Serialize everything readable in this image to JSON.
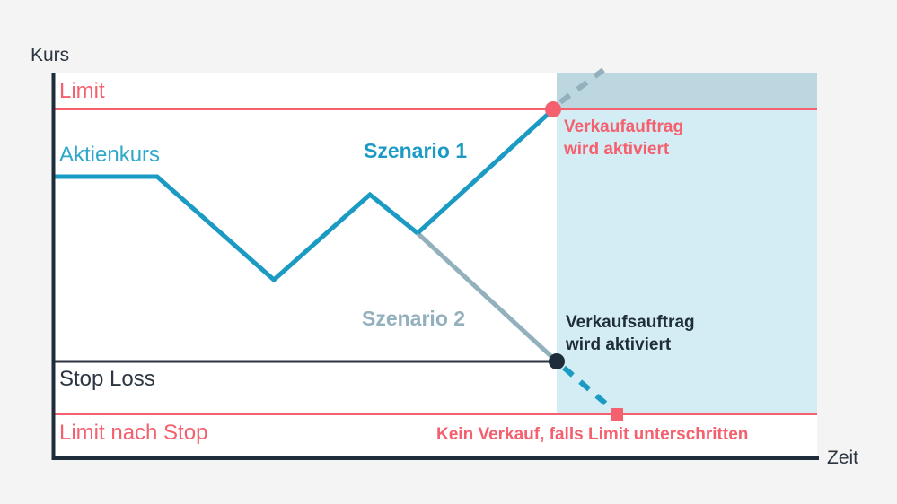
{
  "figure": {
    "background_color": "#f4f4f4",
    "plot_background_color": "#ffffff",
    "axes": {
      "y_axis_label": "Kurs",
      "x_axis_label": "Zeit",
      "axis_color": "#1f2d3a"
    }
  },
  "colors": {
    "limit_red": "#f4606e",
    "stock_blue": "#1b9bc4",
    "scenario2_gray": "#93b0bd",
    "stoploss_dark": "#2c3640",
    "shade_upper": "#bdd7e0",
    "shade_lower": "#d4ecf3",
    "dot_dark": "#1f2d3a",
    "annotation_dark": "#1f2d3a"
  },
  "labels": {
    "limit": "Limit",
    "aktienkurs": "Aktienkurs",
    "stop_loss": "Stop Loss",
    "limit_nach_stop": "Limit nach Stop",
    "szenario_1": "Szenario 1",
    "szenario_2": "Szenario 2"
  },
  "annotations": {
    "sell_order_red_line1": "Verkaufauftrag",
    "sell_order_red_line2": "wird aktiviert",
    "sell_order_dark_line1": "Verkaufsauftrag",
    "sell_order_dark_line2": "wird aktiviert",
    "no_sale": "Kein Verkauf, falls Limit unterschritten"
  },
  "chart_data": {
    "type": "line",
    "title": "",
    "xlabel": "Zeit",
    "ylabel": "Kurs",
    "grid": false,
    "legend": "inline-labels",
    "xlim": [
      0,
      100
    ],
    "ylim": [
      0,
      100
    ],
    "reference_lines": [
      {
        "name": "Limit",
        "y": 90,
        "color": "#f4606e",
        "style": "solid"
      },
      {
        "name": "Stop Loss",
        "y": 25,
        "color": "#2c3640",
        "style": "solid"
      },
      {
        "name": "Limit nach Stop",
        "y": 11,
        "color": "#f4606e",
        "style": "solid"
      }
    ],
    "series": [
      {
        "name": "Aktienkurs",
        "color": "#1b9bc4",
        "style": "solid",
        "points": [
          {
            "x": 0,
            "y": 72
          },
          {
            "x": 14,
            "y": 72
          },
          {
            "x": 29,
            "y": 46
          },
          {
            "x": 42,
            "y": 68
          },
          {
            "x": 48,
            "y": 60
          }
        ]
      },
      {
        "name": "Szenario 1",
        "color": "#1b9bc4",
        "style": "solid",
        "points": [
          {
            "x": 48,
            "y": 60
          },
          {
            "x": 66,
            "y": 90
          }
        ]
      },
      {
        "name": "Szenario 1 Fortsetzung",
        "color": "#93b0bd",
        "style": "dashed",
        "points": [
          {
            "x": 66,
            "y": 90
          },
          {
            "x": 73,
            "y": 100
          }
        ]
      },
      {
        "name": "Szenario 2",
        "color": "#93b0bd",
        "style": "solid",
        "points": [
          {
            "x": 48,
            "y": 60
          },
          {
            "x": 67,
            "y": 25
          }
        ]
      },
      {
        "name": "Szenario 2 Fortsetzung",
        "color": "#1b9bc4",
        "style": "dashed",
        "points": [
          {
            "x": 67,
            "y": 25
          },
          {
            "x": 75,
            "y": 11
          }
        ]
      }
    ],
    "markers": [
      {
        "name": "limit-trigger",
        "x": 66,
        "y": 90,
        "shape": "circle",
        "color": "#f4606e"
      },
      {
        "name": "stop-loss-trigger",
        "x": 67,
        "y": 25,
        "shape": "circle",
        "color": "#1f2d3a"
      },
      {
        "name": "limit-nach-stop-breach",
        "x": 75,
        "y": 11,
        "shape": "square",
        "color": "#f4606e"
      }
    ],
    "shaded_regions": [
      {
        "name": "activated-zone-upper",
        "x_range": [
          66,
          100
        ],
        "y_range": [
          90,
          100
        ],
        "color": "#bdd7e0"
      },
      {
        "name": "activated-zone-lower",
        "x_range": [
          66,
          100
        ],
        "y_range": [
          11,
          90
        ],
        "color": "#d4ecf3"
      }
    ]
  }
}
